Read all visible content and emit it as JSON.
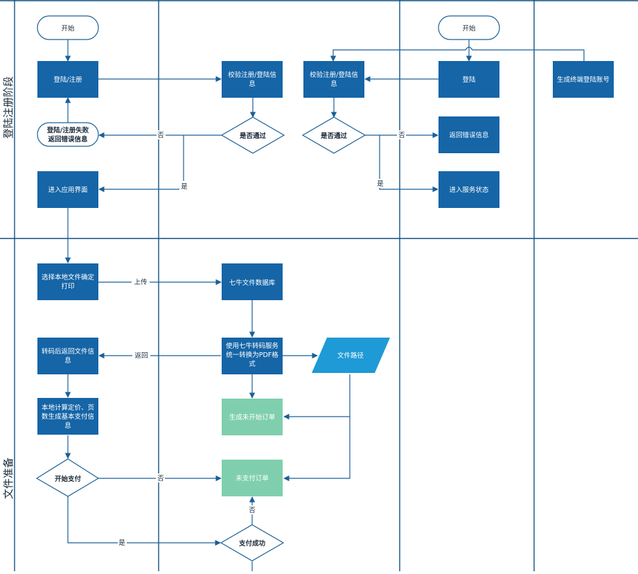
{
  "lanes": {
    "phase1": "登陆注册阶段",
    "phase2": "文件准备"
  },
  "nodes": {
    "start_left": "开始",
    "login_register": "登陆/注册",
    "verify_left": [
      "校验注册/登陆信",
      "息"
    ],
    "fail_left": [
      "登陆/注册失败",
      "返回错误信息"
    ],
    "pass_left": "是否通过",
    "enter_app": "进入应用界面",
    "start_right": "开始",
    "login_right": "登陆",
    "gen_account": "生成终端登陆账号",
    "verify_right": [
      "校验注册/登陆信",
      "息"
    ],
    "pass_right": "是否通过",
    "return_error": "返回错误信息",
    "enter_service": "进入服务状态",
    "select_file": [
      "选择本地文件确定",
      "打印"
    ],
    "qiniu_db": "七牛文件数据库",
    "transcode": [
      "转码后返回文件信",
      "息"
    ],
    "convert_pdf": [
      "使用七牛转码服务",
      "统一转换为PDF格",
      "式"
    ],
    "file_path": "文件路径",
    "calc_price": [
      "本地计算定价、页",
      "数生成基本支付信",
      "息"
    ],
    "gen_order": "生成未开始订单",
    "start_pay": "开始支付",
    "unpaid_order": "未支付订单",
    "pay_success": "支付成功"
  },
  "edge_labels": {
    "no_left": "否",
    "yes_left": "是",
    "no_right": "否",
    "yes_right": "是",
    "upload": "上传",
    "return": "返回",
    "no_pay": "否",
    "no_unpaid": "否",
    "yes_pay": "是"
  },
  "colors": {
    "process": "#1565a7",
    "io": "#1e9ad6",
    "pending": "#7fcfae",
    "line": "#1a5f96",
    "lane_line": "#0f4f82",
    "text": "#ffffff",
    "dark_text": "#1a2a3a"
  }
}
